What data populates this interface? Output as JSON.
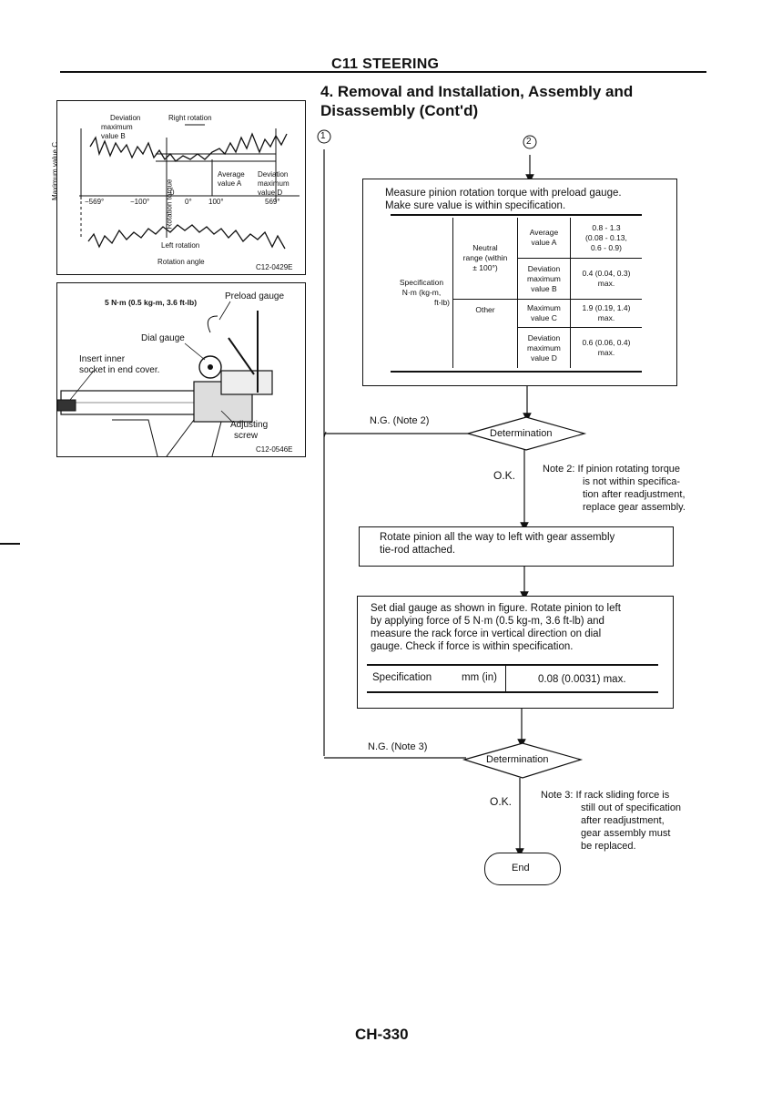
{
  "header": {
    "section": "C11 STEERING",
    "title_line1": "4. Removal and Installation, Assembly and",
    "title_line2": "Disassembly (Cont'd)"
  },
  "fig1": {
    "deviation_label_l1": "Deviation",
    "deviation_label_l2": "maximum",
    "deviation_label_l3": "value B",
    "right_rotation": "Right rotation",
    "max_value_c": "Maximum value C",
    "rotation_torque": "Rotation torque",
    "average_l1": "Average",
    "average_l2": "value A",
    "dev_d_l1": "Deviation",
    "dev_d_l2": "maximum",
    "dev_d_l3": "value D",
    "tick_neg569": "−569°",
    "tick_neg100": "−100°",
    "tick_0": "0",
    "tick_0deg": "0°",
    "tick_100": "100°",
    "tick_569": "569°",
    "left_rotation": "Left rotation",
    "rotation_angle": "Rotation angle",
    "code": "C12-0429E"
  },
  "fig2": {
    "force": "5 N·m (0.5 kg-m, 3.6 ft-lb)",
    "preload_gauge": "Preload gauge",
    "dial_gauge": "Dial gauge",
    "insert_l1": "Insert inner",
    "insert_l2": "socket in end cover.",
    "adjusting_l1": "Adjusting",
    "adjusting_l2": "screw",
    "code": "C12-0546E"
  },
  "flow": {
    "conn1": "1",
    "conn2": "2",
    "box1_l1": "Measure pinion rotation torque with preload gauge.",
    "box1_l2": "Make sure value is within specification.",
    "spec_label_l1": "Specification",
    "spec_label_l2": "N·m (kg-m,",
    "spec_label_l3": "ft-lb)",
    "neutral_l1": "Neutral",
    "neutral_l2": "range (within",
    "neutral_l3": "± 100°)",
    "other": "Other",
    "avg_a_l1": "Average",
    "avg_a_l2": "value A",
    "avg_a_v1": "0.8 - 1.3",
    "avg_a_v2": "(0.08 - 0.13,",
    "avg_a_v3": "0.6 - 0.9)",
    "dev_b_l1": "Deviation",
    "dev_b_l2": "maximum",
    "dev_b_l3": "value B",
    "dev_b_v1": "0.4 (0.04, 0.3)",
    "dev_b_v2": "max.",
    "max_c_l1": "Maximum",
    "max_c_l2": "value C",
    "max_c_v1": "1.9 (0.19, 1.4)",
    "max_c_v2": "max.",
    "dev_d_l1": "Deviation",
    "dev_d_l2": "maximum",
    "dev_d_l3": "value D",
    "dev_d_v1": "0.6 (0.06, 0.4)",
    "dev_d_v2": "max.",
    "ng1": "N.G. (Note 2)",
    "determination1": "Determination",
    "ok1": "O.K.",
    "note2_l1": "Note 2: If pinion rotating torque",
    "note2_l2": "is not within specifica-",
    "note2_l3": "tion after readjustment,",
    "note2_l4": "replace gear assembly.",
    "box2_l1": "Rotate pinion all the way to left with gear assembly",
    "box2_l2": "tie-rod attached.",
    "box3_l1": "Set dial gauge as shown in figure. Rotate pinion to left",
    "box3_l2": "by applying force of  5 N·m (0.5 kg-m,  3.6 ft-lb) and",
    "box3_l3": "measure the rack force in vertical direction on dial",
    "box3_l4": "gauge. Check if force is within specification.",
    "box3_spec": "Specification",
    "box3_unit": "mm (in)",
    "box3_value": "0.08 (0.0031) max.",
    "ng2": "N.G. (Note 3)",
    "determination2": "Determination",
    "ok2": "O.K.",
    "note3_l1": "Note 3: If rack sliding force is",
    "note3_l2": "still out of specification",
    "note3_l3": "after readjustment,",
    "note3_l4": "gear assembly must",
    "note3_l5": "be replaced.",
    "end": "End"
  },
  "footer": {
    "page": "CH-330"
  }
}
